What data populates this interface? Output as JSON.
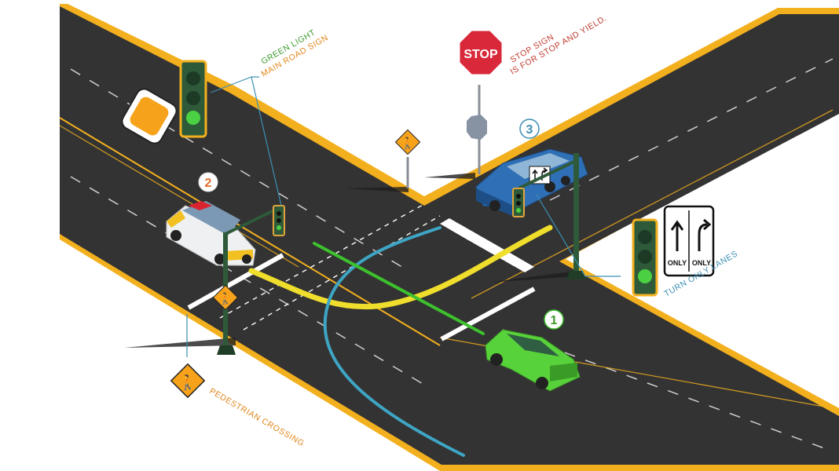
{
  "labels": {
    "green_light": "GREEN LIGHT",
    "main_road_sign": "MAIN ROAD SIGN",
    "stop_sign_line1": "STOP SIGN",
    "stop_sign_line2": "IS FOR STOP AND YIELD.",
    "turn_only_lanes": "TURN ONLY LANES",
    "pedestrian_crossing": "PEDESTRIAN CROSSING"
  },
  "stop_sign_text": "STOP",
  "only_sign": {
    "left": "ONLY",
    "right": "ONLY"
  },
  "markers": {
    "car_1": "1",
    "car_2": "2",
    "car_3": "3"
  },
  "colors": {
    "road": "#333333",
    "curb": "#f3b01e",
    "green_label": "#3e9a2e",
    "orange_label": "#e2861b",
    "red_label": "#c0392b",
    "blue_label": "#3d8fb4",
    "yellow_path": "#f0de2c",
    "blue_path": "#3ea5c4",
    "green_path": "#3dc12d",
    "car_green": "#58d23a",
    "car_blue": "#2f6fb5",
    "car_white": "#eef0f2",
    "stop_red": "#d8283a",
    "pole": "#2e5a3a"
  }
}
